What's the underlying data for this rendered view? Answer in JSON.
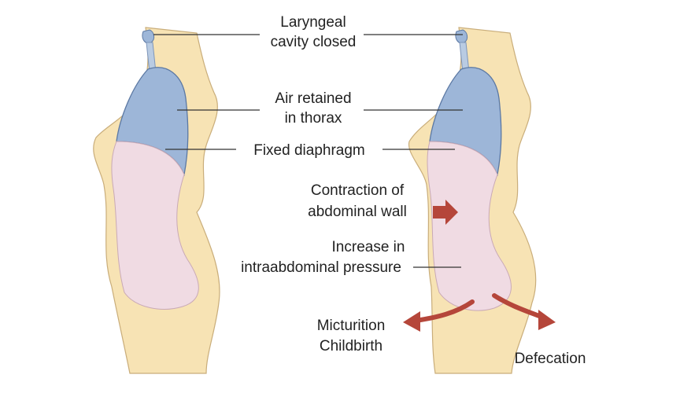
{
  "labels": {
    "laryngeal_line1": "Laryngeal",
    "laryngeal_line2": "cavity closed",
    "air_line1": "Air retained",
    "air_line2": "in thorax",
    "diaphragm": "Fixed diaphragm",
    "contraction_line1": "Contraction of",
    "contraction_line2": "abdominal wall",
    "increase_line1": "Increase in",
    "increase_line2": "intraabdominal pressure",
    "micturition": "Micturition",
    "childbirth": "Childbirth",
    "defecation": "Defecation"
  },
  "colors": {
    "body": "#f7e3b4",
    "body_outline": "#c9ad7a",
    "thorax": "#9db6d8",
    "thorax_outline": "#5b78a3",
    "abdomen": "#f0dbe3",
    "arrow": "#b5463a"
  }
}
